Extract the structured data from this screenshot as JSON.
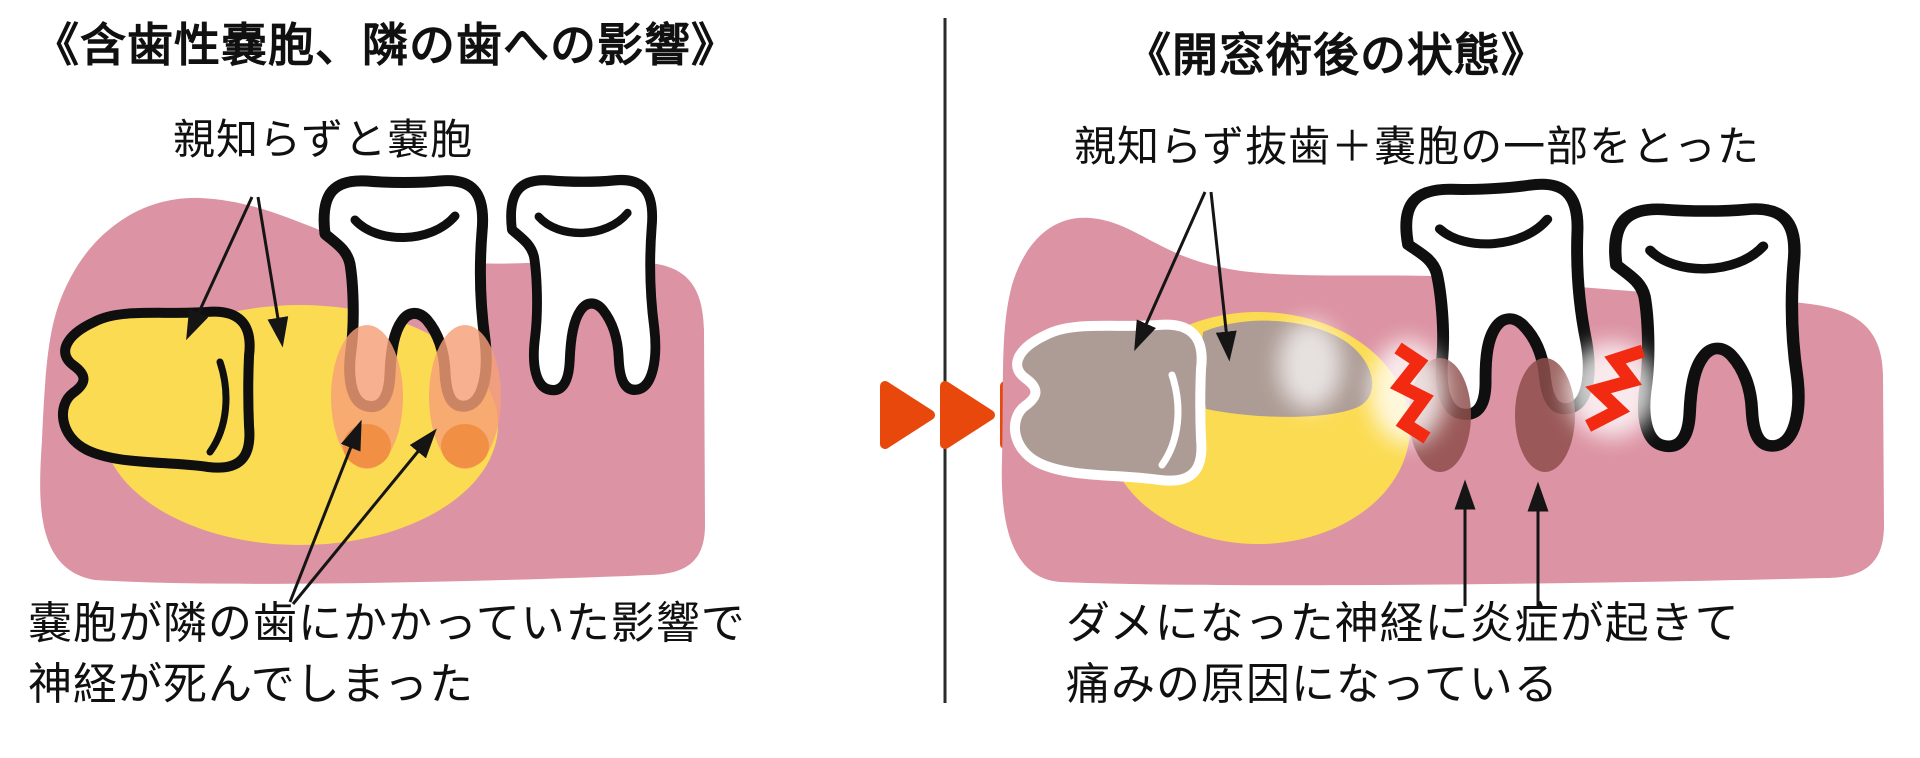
{
  "left_panel": {
    "title": "《含歯性嚢胞、隣の歯への影響》",
    "annotation": "親知らずと嚢胞",
    "caption_line1": "嚢胞が隣の歯にかかっていた影響で",
    "caption_line2": "神経が死んでしまった"
  },
  "right_panel": {
    "title": "《開窓術後の状態》",
    "annotation": "親知らず抜歯＋嚢胞の一部をとった",
    "caption_line1": "ダメになった神経に炎症が起きて",
    "caption_line2": "痛みの原因になっている"
  },
  "transition": {
    "arrow_count": 3
  },
  "colors": {
    "gum_pink": "#DC93A3",
    "cyst_yellow": "#FBDB52",
    "inflamed_orange": "#F5A078",
    "inflamed_orange_deep": "#F08A3C",
    "dead_nerve_maroon": "#8E4F4B",
    "removed_tooth_gray": "#AD9B95",
    "removed_tooth_outline": "#FFFFFF",
    "pain_red": "#F32A12",
    "transition_arrow_orange": "#E8480C",
    "tooth_outline": "#0F0F0F",
    "annotation_arrow_black": "#151515"
  }
}
